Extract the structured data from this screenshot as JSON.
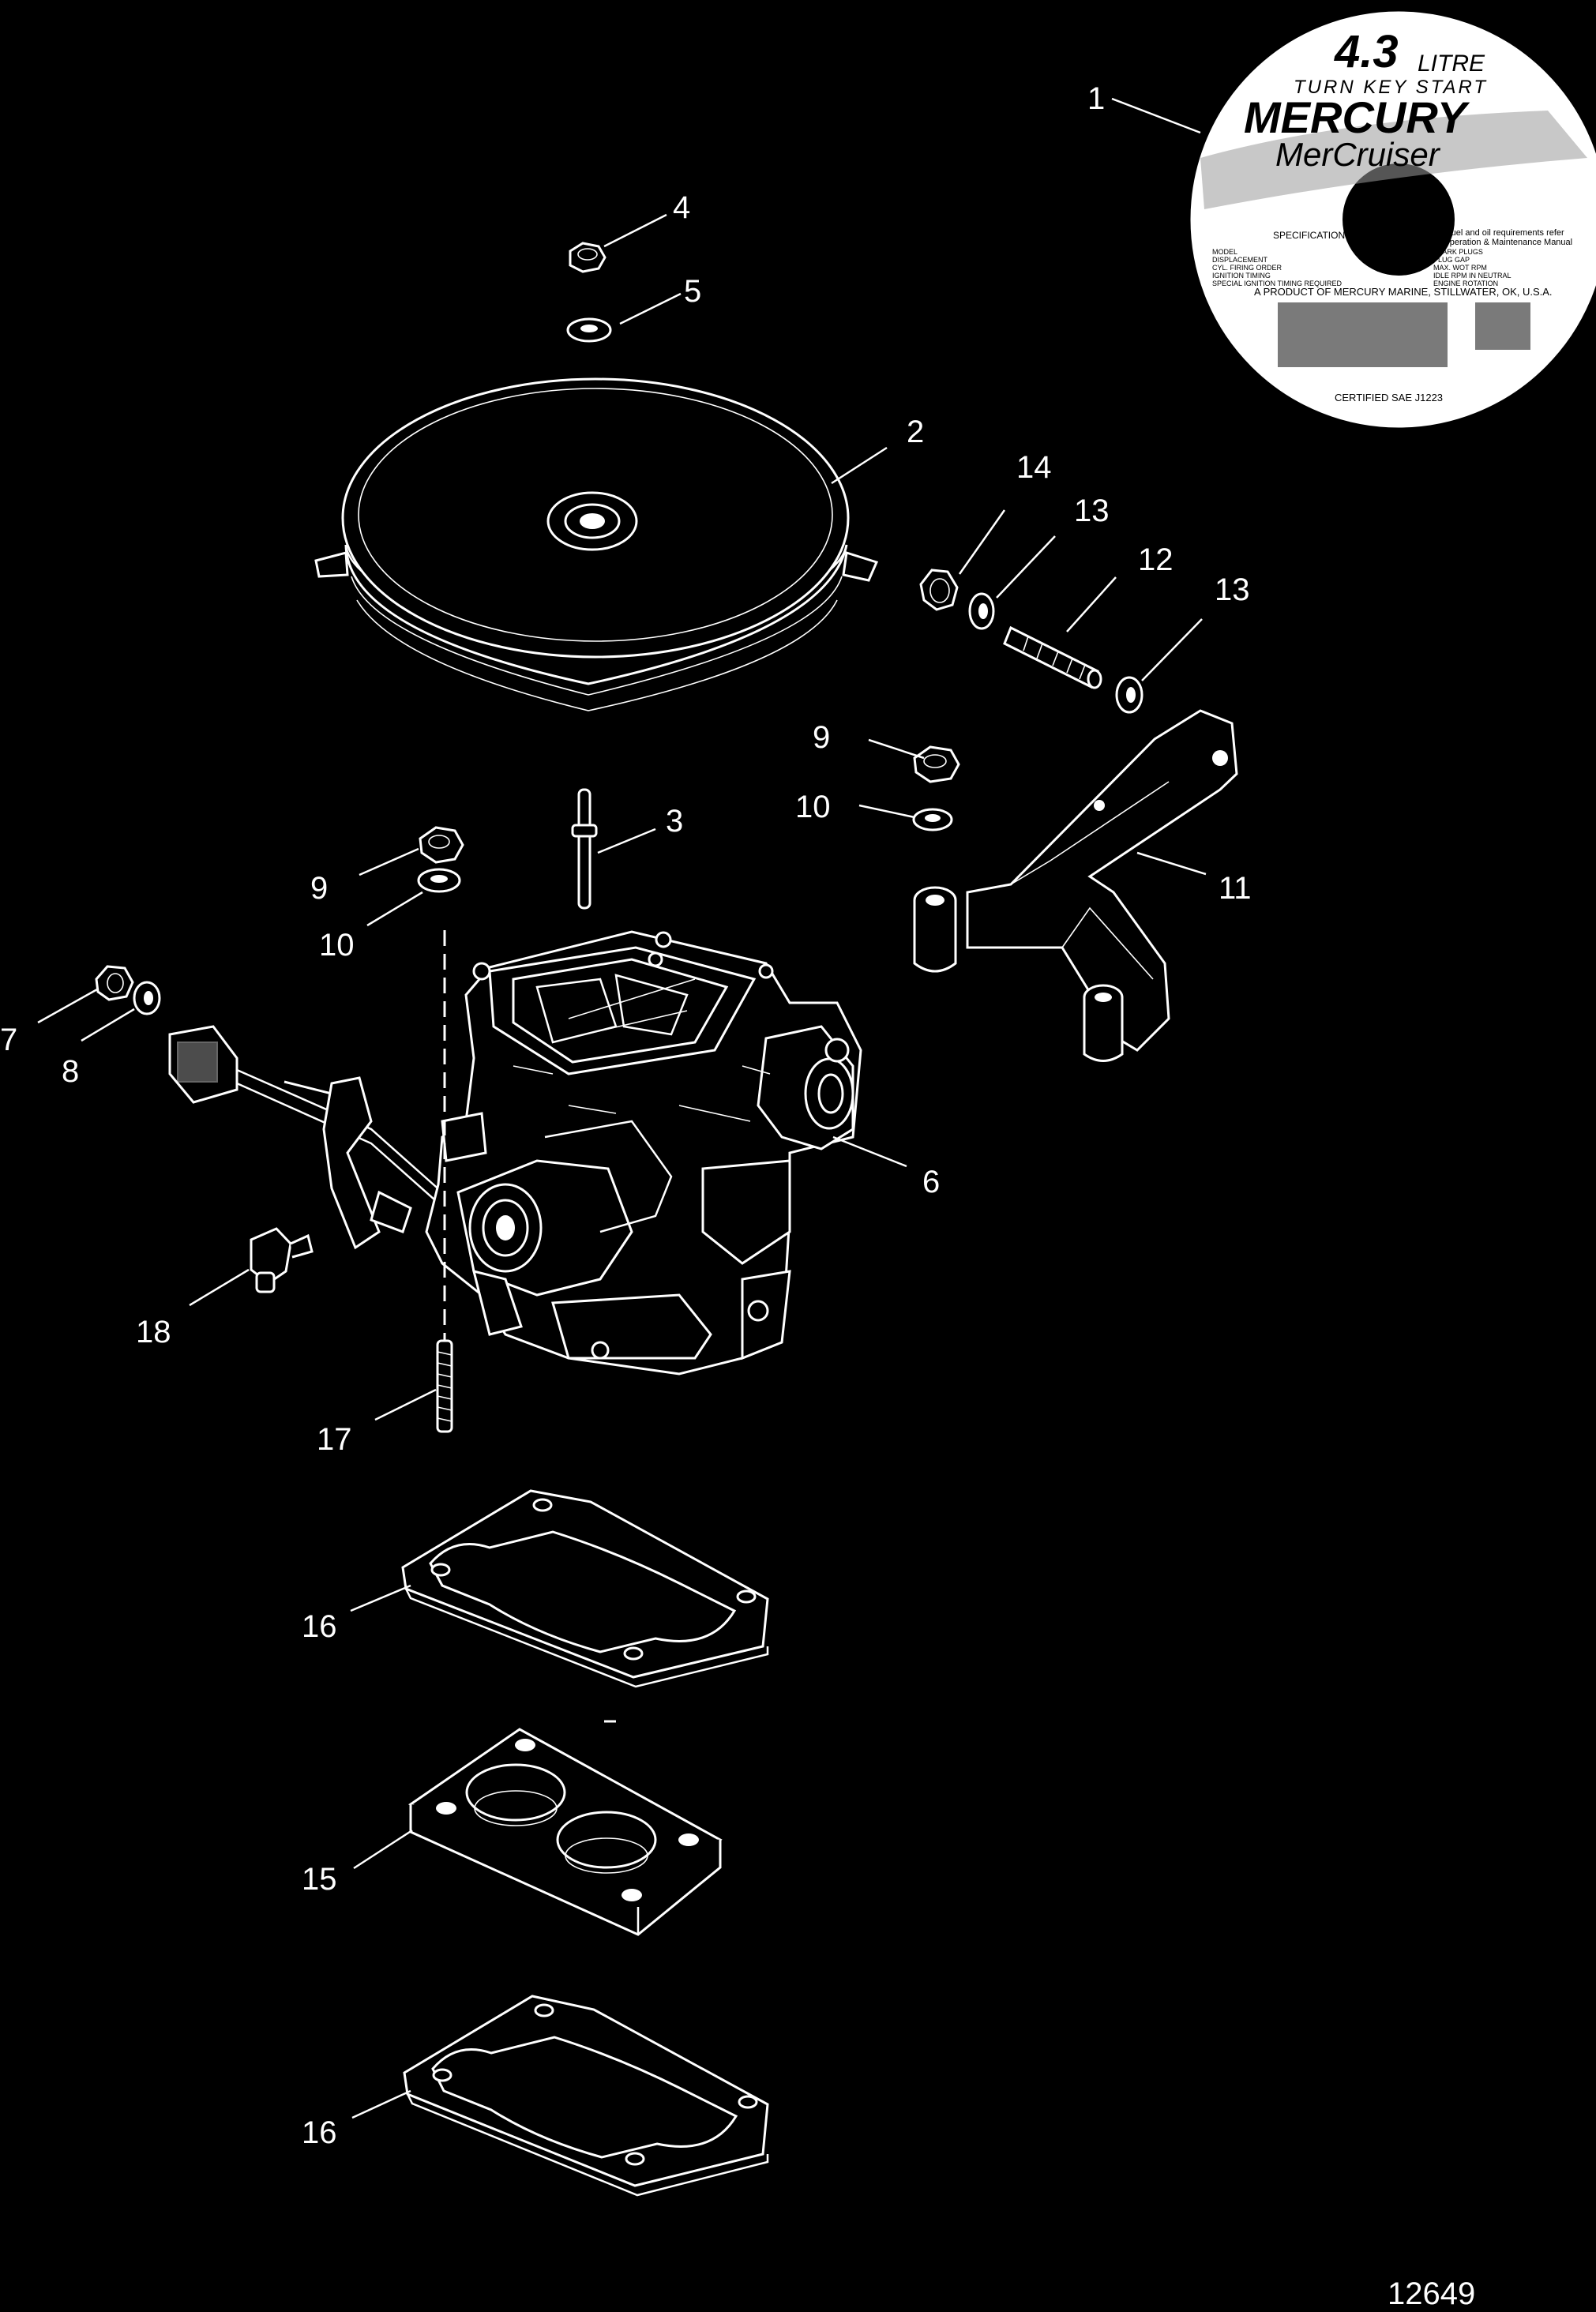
{
  "callouts": {
    "c1": "1",
    "c2": "2",
    "c3": "3",
    "c4": "4",
    "c5": "5",
    "c6": "6",
    "c7": "7",
    "c8": "8",
    "c9a": "9",
    "c9b": "9",
    "c10a": "10",
    "c10b": "10",
    "c11": "11",
    "c12": "12",
    "c13a": "13",
    "c13b": "13",
    "c14": "14",
    "c15": "15",
    "c16a": "16",
    "c16b": "16",
    "c17": "17",
    "c18": "18"
  },
  "figure_number": "12649",
  "decal": {
    "size": "4.3",
    "unit": "LITRE",
    "tagline": "TURN KEY START",
    "brand": "MERCURY",
    "product": "MerCruiser",
    "spec_heading": "SPECIFICATIONS",
    "fuel_note": "For fuel and oil requirements refer",
    "manual_note": "to Operation & Maintenance Manual",
    "spec_lines": [
      "MODEL",
      "DISPLACEMENT",
      "CYL. FIRING ORDER",
      "IGNITION TIMING",
      "SPECIAL IGNITION TIMING REQUIRED"
    ],
    "spec_lines_right": [
      "SPARK PLUGS",
      "PLUG GAP",
      "MAX. WOT RPM",
      "IDLE RPM IN NEUTRAL",
      "ENGINE ROTATION"
    ],
    "maker": "A PRODUCT OF MERCURY MARINE, STILLWATER, OK, U.S.A.",
    "certified": "CERTIFIED SAE J1223"
  }
}
